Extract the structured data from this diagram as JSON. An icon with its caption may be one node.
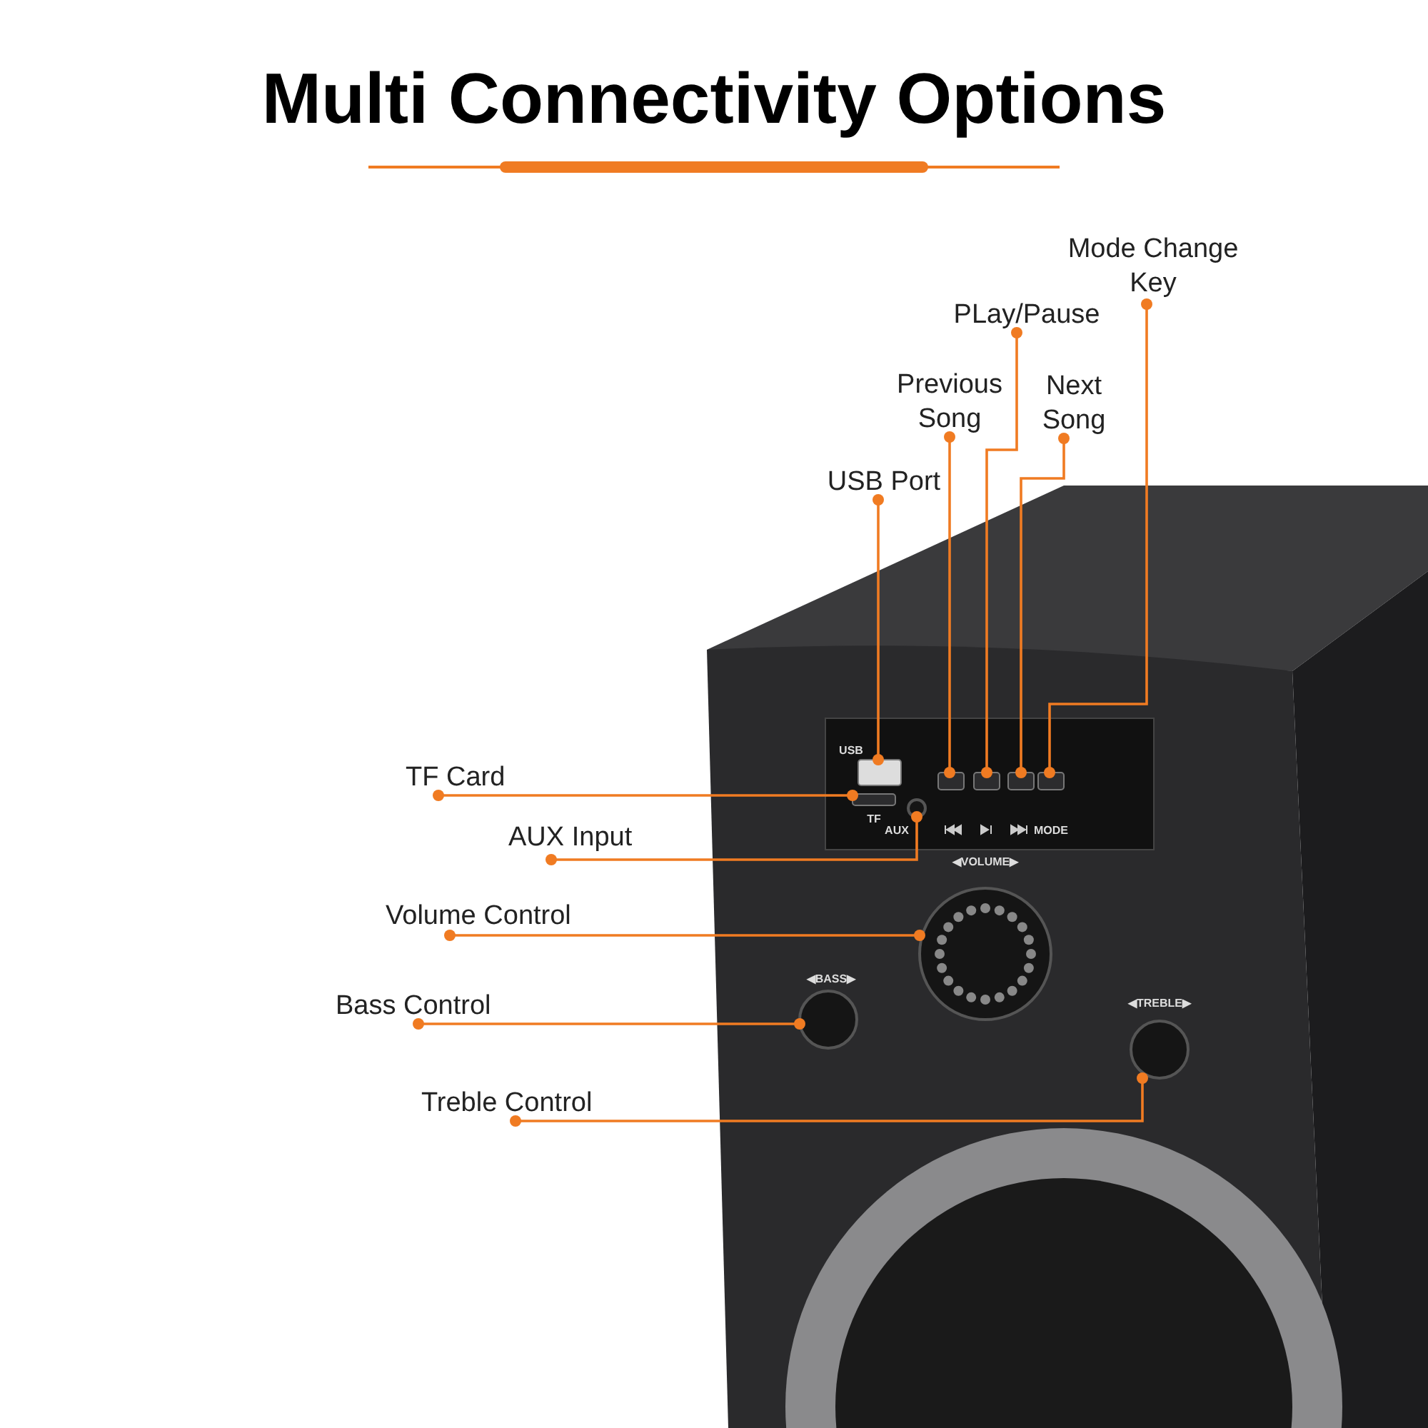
{
  "diagram": {
    "title": "Multi Connectivity Options",
    "nodes": [
      {
        "text": [
          "Mode Change Key"
        ]
      },
      {
        "text": [
          "PLay/Pause"
        ]
      },
      {
        "text": [
          "Previous Song"
        ]
      },
      {
        "text": [
          "Next Song"
        ]
      },
      {
        "text": [
          "USB Port"
        ]
      },
      {
        "text": [
          "TF Card"
        ]
      },
      {
        "text": [
          "AUX Input"
        ]
      },
      {
        "text": [
          "Volume Control"
        ]
      },
      {
        "text": [
          "Bass Control"
        ]
      },
      {
        "text": [
          "Treble Control"
        ]
      },
      {
        "text": [],
        "shape": "box",
        "beside": [
          "USB"
        ]
      },
      {
        "text": [],
        "shape": "box"
      },
      {
        "text": [],
        "shape": "box"
      },
      {
        "text": [],
        "shape": "box"
      },
      {
        "text": [],
        "shape": "box",
        "beside": [
          "MODE"
        ]
      },
      {
        "text": [],
        "shape": "box",
        "beside": [
          "TF"
        ]
      },
      {
        "text": [],
        "shape": "circle",
        "beside": [
          "AUX"
        ]
      },
      {
        "text": [],
        "shape": "circle",
        "beside": [
          "◀VOLUME▶"
        ]
      },
      {
        "text": [],
        "shape": "circle",
        "beside": [
          "◀BASS▶"
        ]
      },
      {
        "text": [],
        "shape": "circle",
        "beside": [
          "◀TREBLE▶"
        ]
      }
    ],
    "edges": [
      {
        "from": 0,
        "to": 14,
        "arrow": "other"
      },
      {
        "from": 1,
        "to": 12,
        "arrow": "other"
      },
      {
        "from": 2,
        "to": 11,
        "arrow": "other"
      },
      {
        "from": 3,
        "to": 13,
        "arrow": "other"
      },
      {
        "from": 4,
        "to": 10,
        "arrow": "other"
      },
      {
        "from": 5,
        "to": 15,
        "arrow": "other"
      },
      {
        "from": 6,
        "to": 16,
        "arrow": "other"
      },
      {
        "from": 7,
        "to": 17,
        "arrow": "other"
      },
      {
        "from": 8,
        "to": 18,
        "arrow": "other"
      },
      {
        "from": 9,
        "to": 19,
        "arrow": "other"
      }
    ]
  }
}
